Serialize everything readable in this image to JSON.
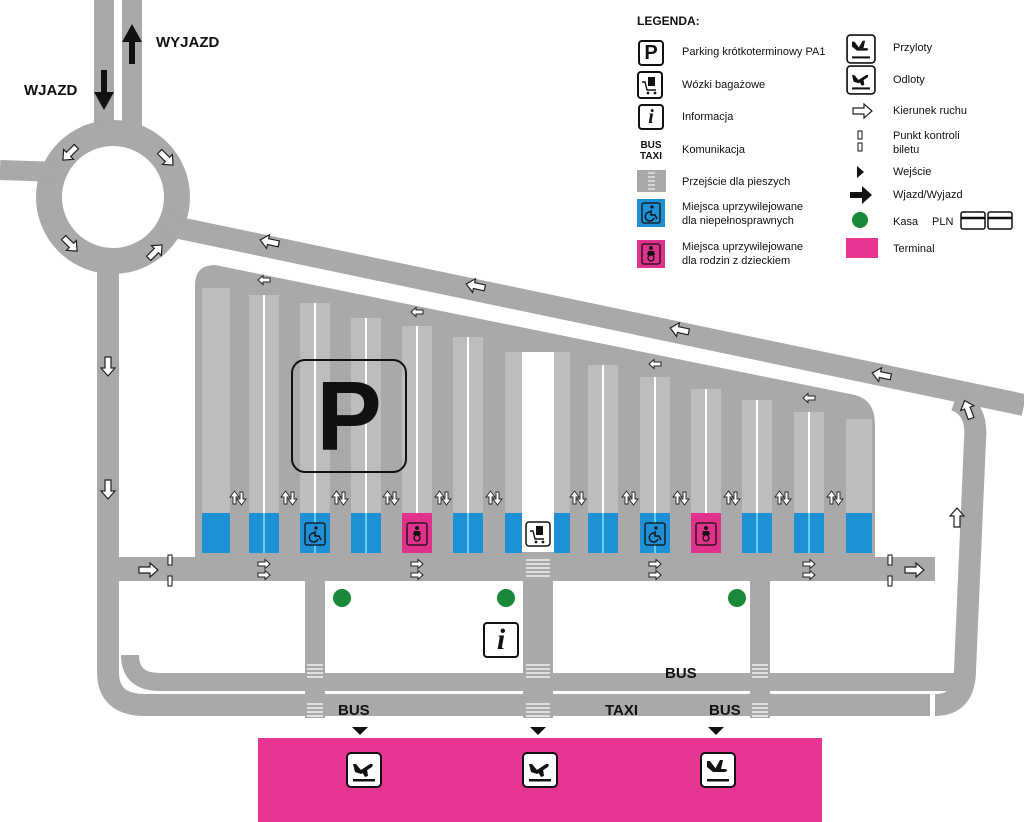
{
  "labels": {
    "entry": "WJAZD",
    "exit": "WYJAZD",
    "bus_left": "BUS",
    "bus_mid": "BUS",
    "taxi": "TAXI",
    "bus_right": "BUS"
  },
  "map_icons": {
    "parking_letter": "P",
    "info_letter": "i"
  },
  "legend": {
    "title": "LEGENDA:",
    "items_left": [
      {
        "icon": "parking-icon",
        "glyph": "P",
        "label": "Parking krótkoterminowy PA1"
      },
      {
        "icon": "luggage-cart-icon",
        "glyph": "",
        "label": "Wózki bagażowe"
      },
      {
        "icon": "info-icon",
        "glyph": "i",
        "label": "Informacja"
      },
      {
        "icon": "bus-taxi-icon",
        "glyph": "BUS\nTAXI",
        "label": "Komunikacja"
      },
      {
        "icon": "pedestrian-crossing-icon",
        "glyph": "",
        "label": "Przejście dla pieszych"
      },
      {
        "icon": "wheelchair-icon",
        "glyph": "",
        "label": "Miejsca uprzywilejowane\ndla niepełnosprawnych"
      },
      {
        "icon": "family-icon",
        "glyph": "",
        "label": "Miejsca uprzywilejowane\ndla rodzin z dzieckiem"
      }
    ],
    "items_right": [
      {
        "icon": "arrivals-icon",
        "label": "Przyloty"
      },
      {
        "icon": "departures-icon",
        "label": "Odloty"
      },
      {
        "icon": "traffic-direction-icon",
        "label": "Kierunek ruchu"
      },
      {
        "icon": "ticket-checkpoint-icon",
        "label": "Punkt kontroli\nbiletu"
      },
      {
        "icon": "entrance-icon",
        "label": "Wejście"
      },
      {
        "icon": "entry-exit-arrow-icon",
        "label": "Wjazd/Wyjazd"
      },
      {
        "icon": "cashier-icon",
        "label": "Kasa"
      },
      {
        "icon": "terminal-icon",
        "label": "Terminal"
      }
    ],
    "currency": "PLN"
  },
  "colors": {
    "road": "#a9a9a9",
    "parking_stall": "#b9b9b9",
    "disabled_spot": "#1e90d6",
    "family_spot": "#e0328c",
    "terminal": "#e63592",
    "cashier": "#1a8a3a"
  }
}
